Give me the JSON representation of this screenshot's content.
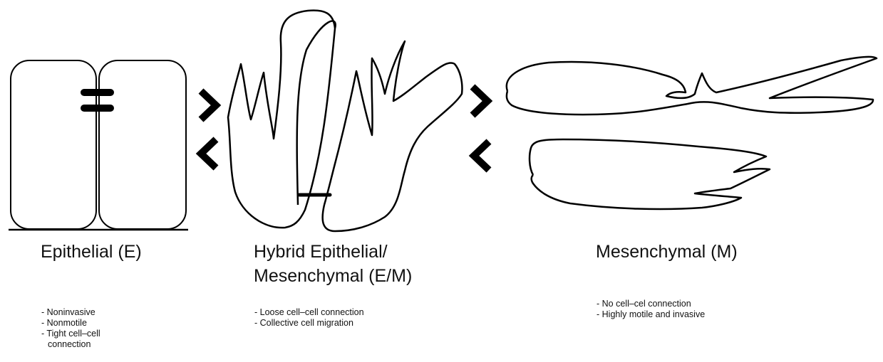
{
  "stages": [
    {
      "title_lines": [
        "Epithelial (E)"
      ],
      "bullets": [
        "Noninvasive",
        "Nonmotile",
        "Tight cell–cell connection"
      ]
    },
    {
      "title_lines": [
        "Hybrid Epithelial/",
        "Mesenchymal (E/M)"
      ],
      "bullets": [
        "Loose cell–cell connection",
        "Collective cell migration"
      ]
    },
    {
      "title_lines": [
        "Mesenchymal (M)"
      ],
      "bullets": [
        "No cell–cel connection",
        "Highly motile and invasive"
      ]
    }
  ],
  "arrows": [
    {
      "direction": "forward",
      "glyph": "chevron-right-icon"
    },
    {
      "direction": "reverse",
      "glyph": "chevron-left-icon"
    },
    {
      "direction": "forward",
      "glyph": "chevron-right-icon"
    },
    {
      "direction": "reverse",
      "glyph": "chevron-left-icon"
    }
  ],
  "colors": {
    "stroke": "#000000",
    "background": "#ffffff"
  }
}
